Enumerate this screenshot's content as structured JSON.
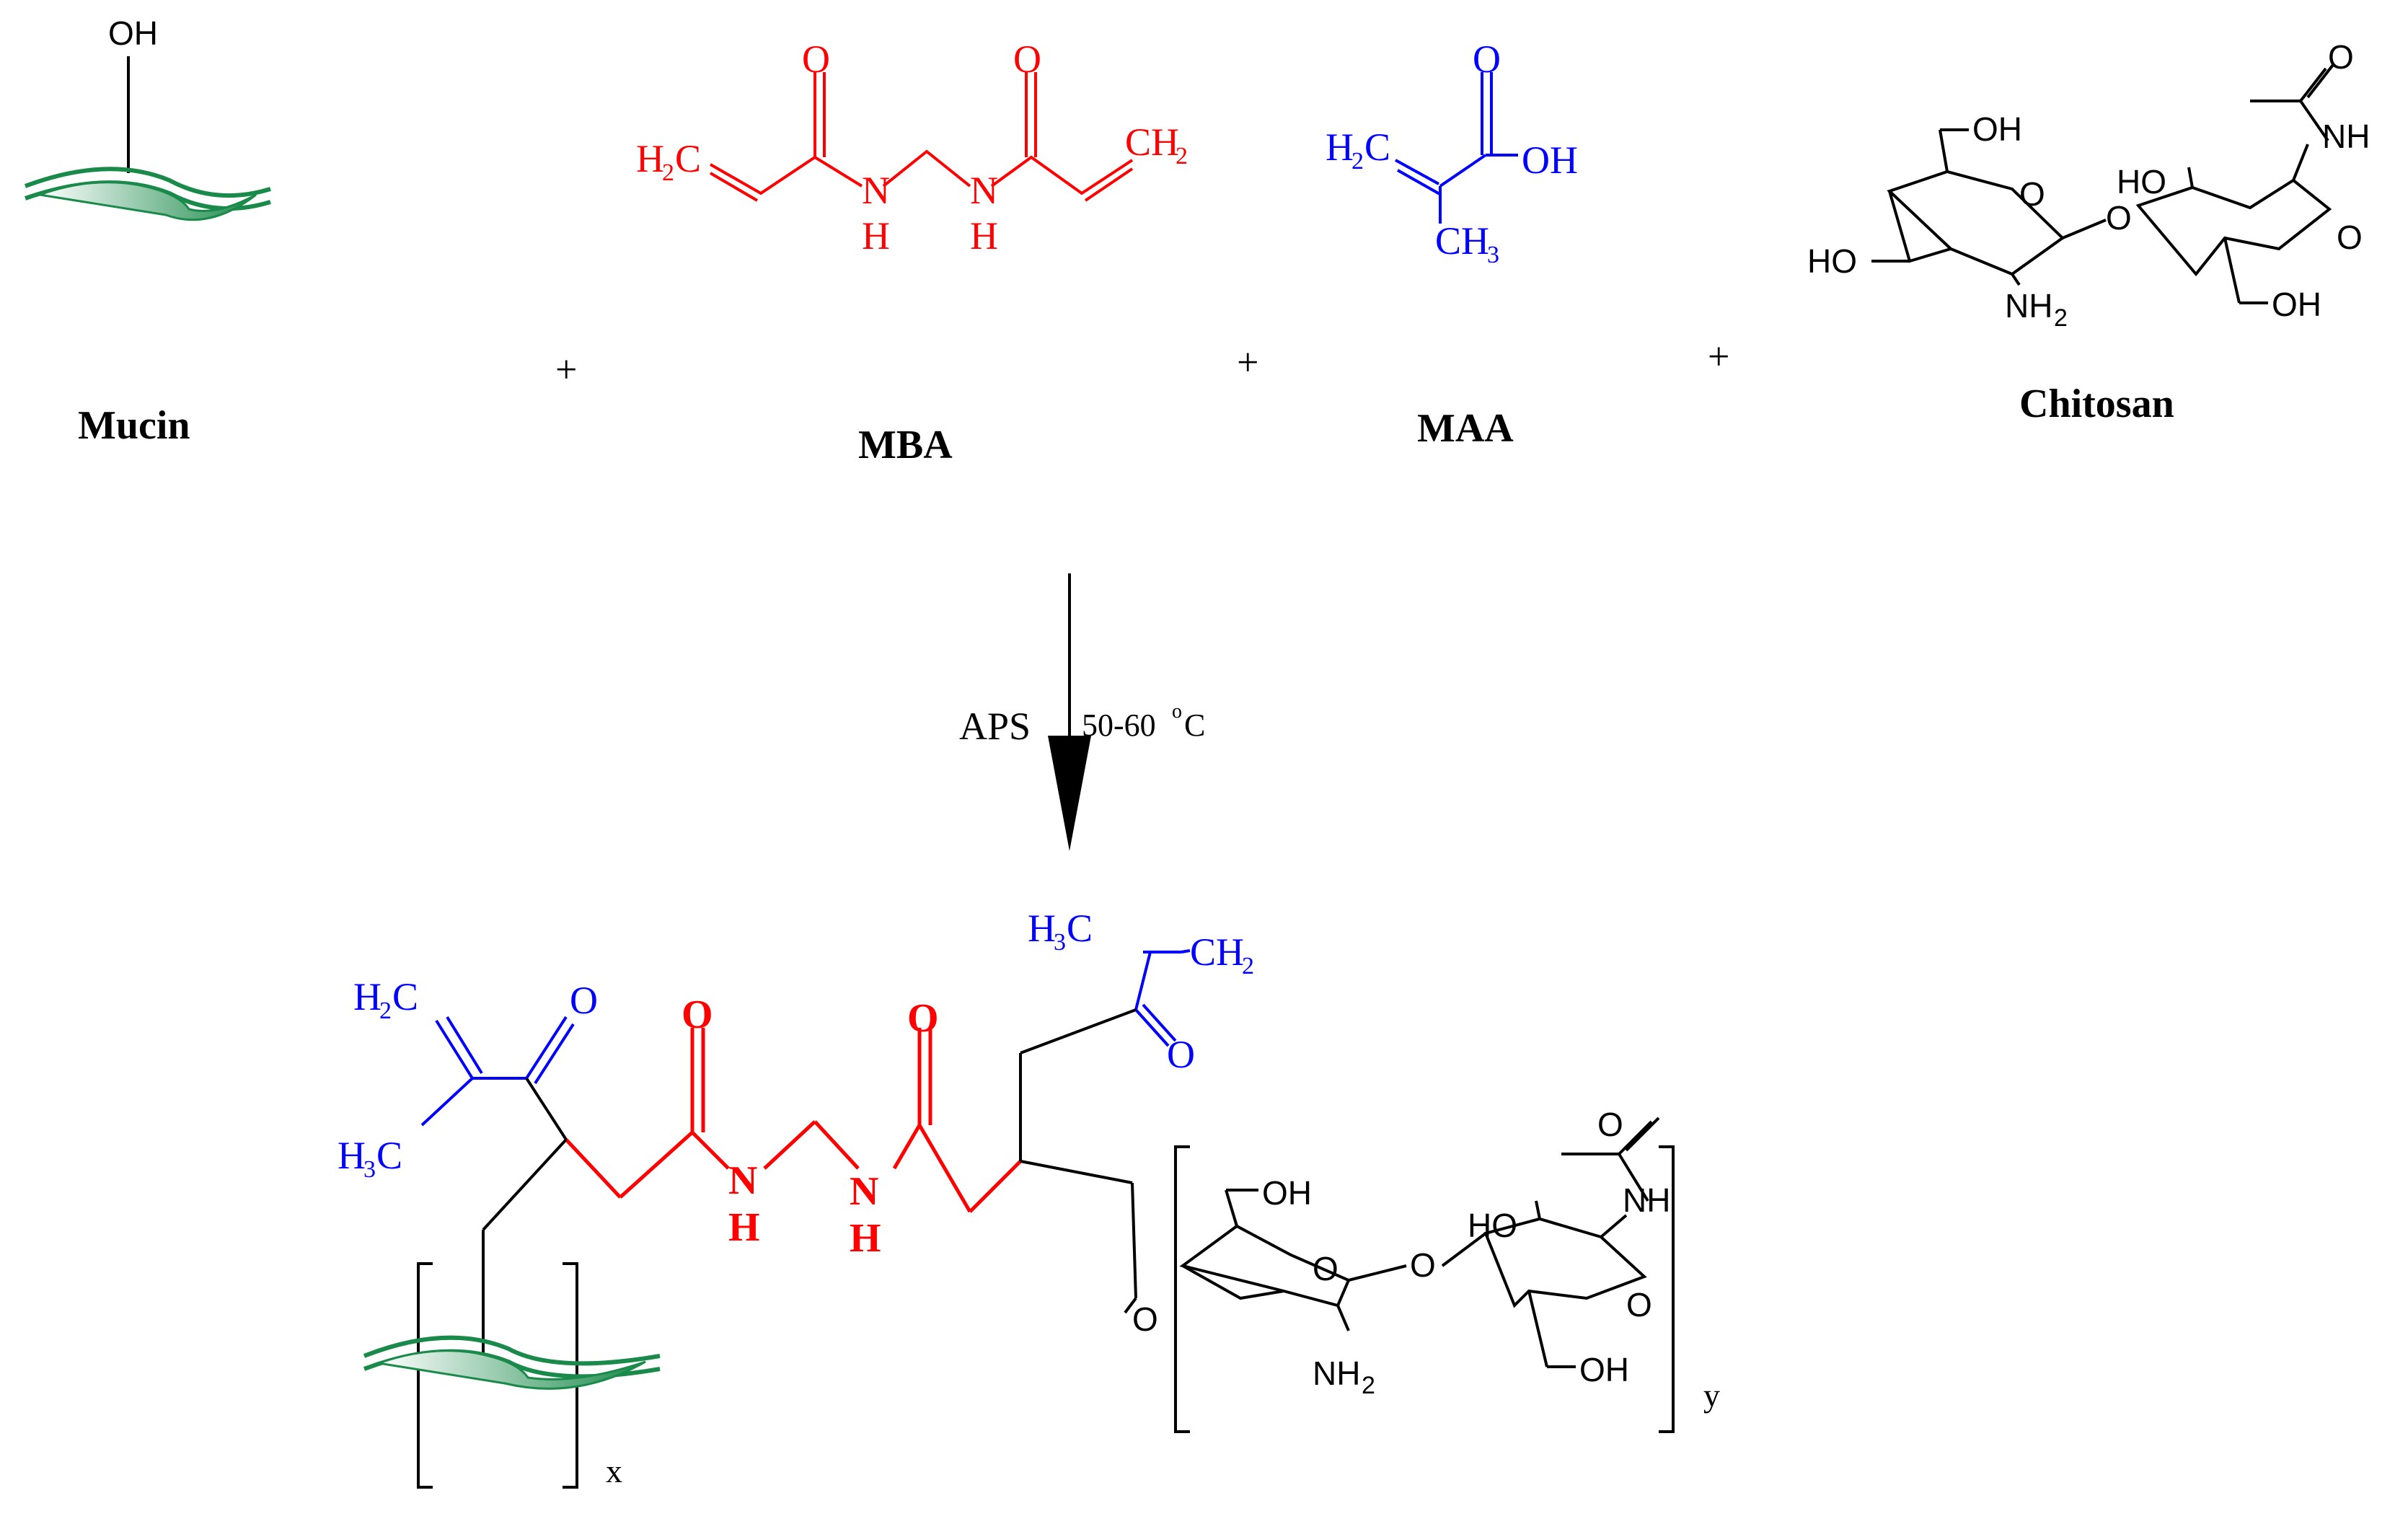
{
  "reactants": {
    "mucin": {
      "name": "Mucin",
      "oh": "OH"
    },
    "mba": {
      "name": "MBA",
      "o": "O",
      "ch2": "CH",
      "h2c": "H",
      "c": "C",
      "h": "H",
      "n": "N",
      "sub2": "2"
    },
    "maa": {
      "name": "MAA",
      "o": "O",
      "oh": "OH",
      "ch": "CH",
      "h": "H",
      "c": "C",
      "sub2": "2",
      "sub3": "3"
    },
    "chitosan": {
      "name": "Chitosan",
      "oh": "OH",
      "ho": "HO",
      "o": "O",
      "nh": "NH",
      "nh2": "NH",
      "sub2": "2"
    }
  },
  "plus_sign": "+",
  "reaction": {
    "reagent": "APS",
    "conditions_a": "50-60",
    "conditions_sup": "o",
    "conditions_b": "C"
  },
  "product": {
    "h2c": "H",
    "c": "C",
    "h3c": "H",
    "ch2": "CH",
    "o": "O",
    "n": "N",
    "h": "H",
    "sub2": "2",
    "sub3": "3",
    "oh": "OH",
    "ho": "HO",
    "nh": "NH",
    "nh2": "NH",
    "sub_x": "x",
    "sub_y": "y"
  },
  "colors": {
    "mba": "#ff0000",
    "maa": "#0000ff",
    "mucin": "#1a8a4a",
    "black": "#000000"
  }
}
